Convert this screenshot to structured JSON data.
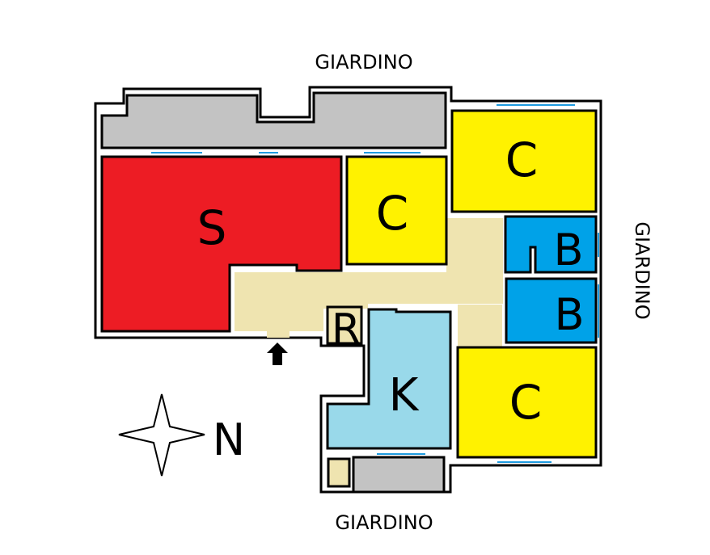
{
  "labels": {
    "garden_top": "GIARDINO",
    "garden_bottom": "GIARDINO",
    "garden_right": "GIARDINO",
    "north": "N"
  },
  "rooms": {
    "living": "S",
    "bedroom_1": "C",
    "bedroom_2": "C",
    "bedroom_3": "C",
    "bath_1": "B",
    "bath_2": "B",
    "storage": "R",
    "kitchen": "K"
  },
  "colors": {
    "living": "#ed1c24",
    "bedroom": "#fff200",
    "bath": "#00a2e8",
    "kitchen": "#99d9ea",
    "hall": "#efe4b0",
    "terrace": "#c3c3c3",
    "window": "#1e9be0"
  },
  "icons": {
    "entrance": "arrow-up-icon",
    "compass": "compass-star-icon"
  }
}
